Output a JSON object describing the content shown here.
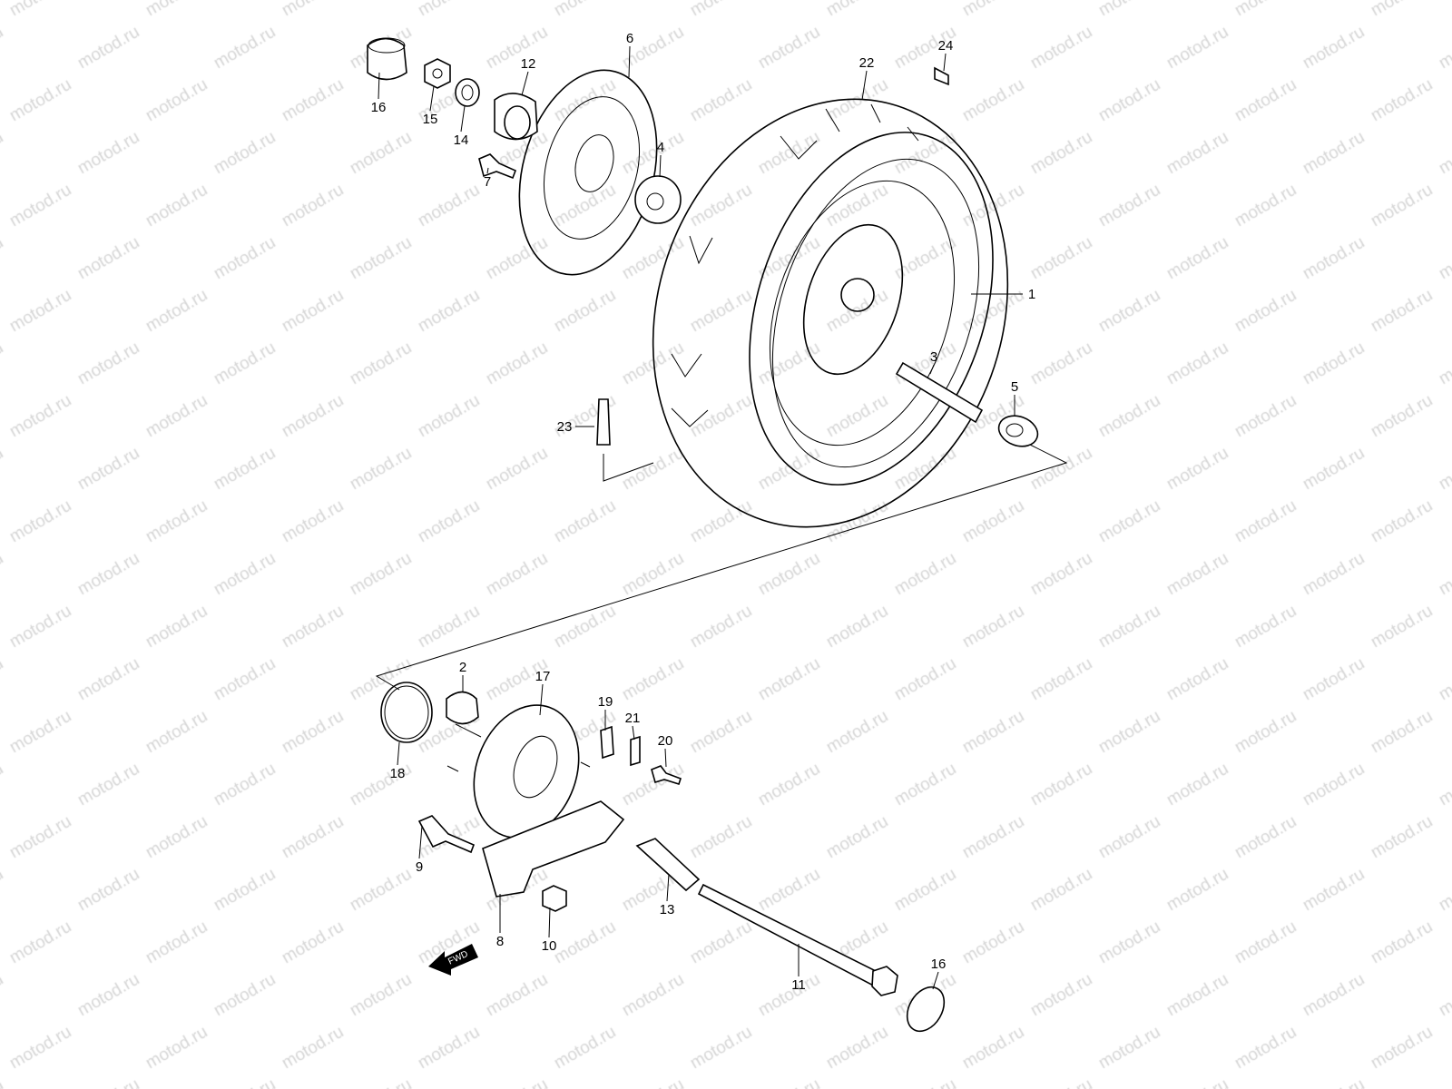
{
  "watermark": "motod.ru",
  "fwd_label": "FWD",
  "callouts": [
    "16",
    "15",
    "14",
    "12",
    "6",
    "4",
    "7",
    "22",
    "24",
    "1",
    "3",
    "5",
    "23",
    "2",
    "17",
    "19",
    "21",
    "20",
    "18",
    "9",
    "13",
    "8",
    "10",
    "11",
    "16"
  ]
}
